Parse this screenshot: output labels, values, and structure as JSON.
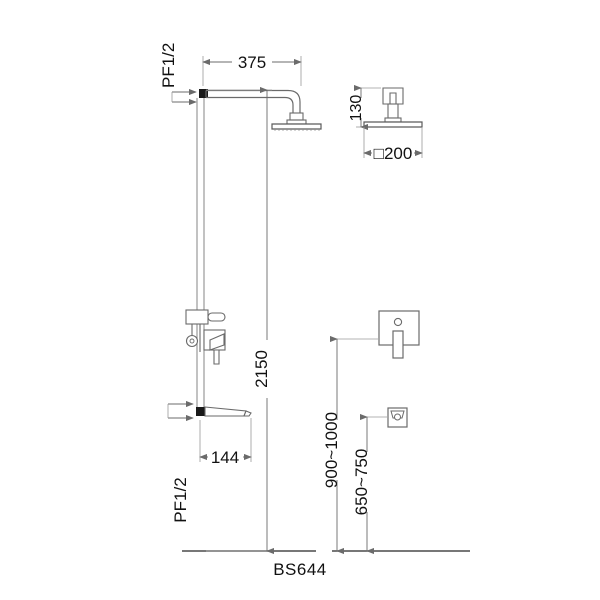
{
  "drawing": {
    "model_label": "BS644",
    "title": "BS644",
    "line_color": "#5a5a5a",
    "dim_color": "#6b6b6b",
    "text_color": "#111111",
    "background": "#ffffff"
  },
  "dimensions": {
    "shower_arm_length": "375",
    "shower_head_thickness": "130",
    "shower_head_size": "200",
    "shower_head_size_symbol": "□",
    "shower_head_size_full": "□200",
    "overall_height": "2150",
    "spout_projection": "144",
    "mixer_height_range": "900~1000",
    "outlet_height_range": "650~750"
  },
  "connections": {
    "top_inlet_thread": "PF1/2",
    "bottom_inlet_thread": "PF1/2"
  },
  "labels": {
    "arm_length_label": "375",
    "head_thickness_label": "130",
    "head_width_label": "□200",
    "riser_height_label": "2150",
    "spout_label": "144",
    "mixer_range_label": "900~1000",
    "outlet_range_label": "650~750",
    "top_thread_label": "PF1/2",
    "bottom_thread_label": "PF1/2",
    "model_number": "BS644"
  },
  "components": {
    "shower_head": "square-rain-shower-head",
    "shower_arm": "wall-mounted-curved-arm",
    "riser": "vertical-riser-pipe",
    "mixer": "exposed-mixer-valve-with-lever",
    "spout": "tapered-bath-spout",
    "wall_plate": "concealed-valve-wall-plate",
    "wall_outlet": "square-wall-outlet"
  }
}
